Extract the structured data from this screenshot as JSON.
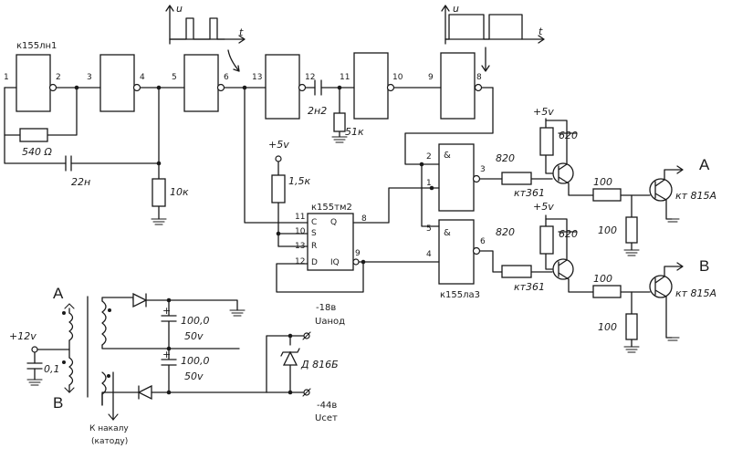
{
  "inverters": {
    "chip_label": "к155лн1",
    "g1": {
      "in": "1",
      "out": "2"
    },
    "g2": {
      "in": "3",
      "out": "4"
    },
    "g3": {
      "in": "5",
      "out": "6"
    },
    "g4": {
      "in": "13",
      "out": "12"
    },
    "g5": {
      "in": "11",
      "out": "10"
    },
    "g6": {
      "in": "9",
      "out": "8"
    }
  },
  "passives": {
    "r_540": "540 Ω",
    "c_22": "22н",
    "r_10k": "10к",
    "c_2n2": "2н2",
    "r_51k": "51к",
    "r_1k5": "1,5к",
    "plus5_top": "+5v"
  },
  "flipflop": {
    "label": "к155тм2",
    "pin_c": "11",
    "pin_s": "10",
    "pin_r": "13",
    "pin_d": "12",
    "pin_q": "8",
    "pin_iq": "9",
    "txt_c": "C",
    "txt_s": "S",
    "txt_r": "R",
    "txt_d": "D",
    "txt_q": "Q",
    "txt_iq": "IQ"
  },
  "nand": {
    "label": "к155ла3",
    "amp": "&",
    "top_in1": "2",
    "top_in2": "1",
    "top_out": "3",
    "bot_in1": "5",
    "bot_in2": "4",
    "bot_out": "6"
  },
  "drivers": {
    "r_820": "820",
    "r_620": "620",
    "r_100": "100",
    "q_small": "кт361",
    "q_power": "кт 815А",
    "plus5": "+5v",
    "out_a": "A",
    "out_b": "B"
  },
  "waveforms": {
    "u": "u",
    "t": "t"
  },
  "supply": {
    "label_a": "A",
    "label_b": "B",
    "plus12": "+12v",
    "c_01": "0,1",
    "c1_value": "100,0",
    "c1_volt": "50v",
    "c2_value": "100,0",
    "c2_volt": "50v",
    "minus18": "-18в",
    "anode": "Uанод",
    "zener": "Д 816Б",
    "minus44": "-44в",
    "grid": "Uсет",
    "filament_1": "К накалу",
    "filament_2": "(катоду)"
  }
}
